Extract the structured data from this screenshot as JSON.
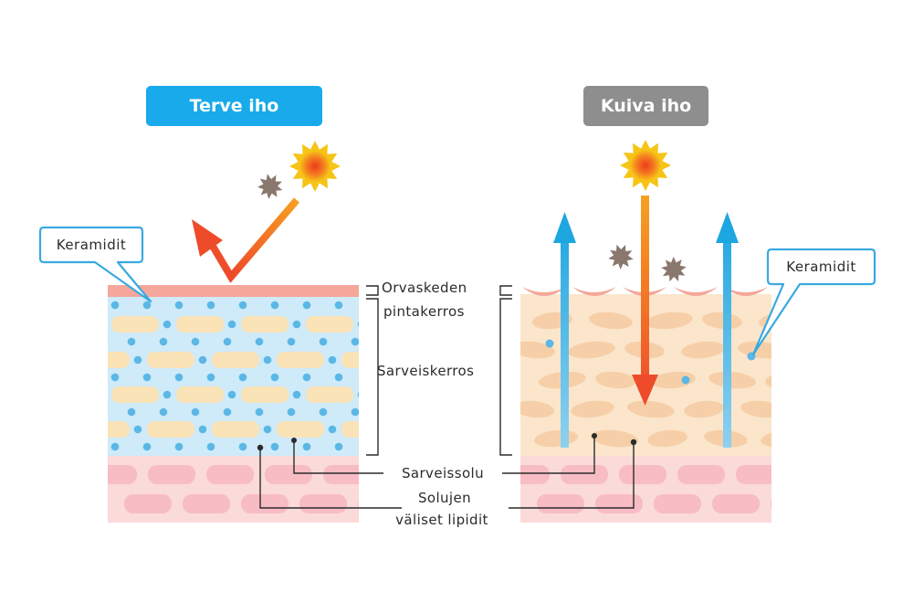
{
  "healthy": {
    "title": "Terve iho",
    "title_color": "#18aaea",
    "callout": "Keramidit"
  },
  "dry": {
    "title": "Kuiva iho",
    "title_color": "#8e8e8e",
    "callout": "Keramidit"
  },
  "labels": {
    "stratum_surface_line1": "Orvaskeden",
    "stratum_surface_line2": "pintakerros",
    "stratum_corneum": "Sarveiskerros",
    "corneocyte": "Sarveissolu",
    "lipids_line1": "Solujen",
    "lipids_line2": "väliset lipidit"
  },
  "colors": {
    "surface_layer": "#f4a79a",
    "healthy_background": "#cfeaf8",
    "dry_background": "#fbe6cc",
    "cell": "#fbe3b8",
    "lipid_dot": "#5ab7e6",
    "dermis": "#fbdada",
    "dermis_cell": "#f6b6c0",
    "arrow_red": "#ee4b2b",
    "arrow_blue": "#1ea6e0",
    "callout_border": "#39a9e0"
  },
  "icons": {
    "sun": "sun-icon",
    "pollutant": "pollutant-burst-icon"
  }
}
